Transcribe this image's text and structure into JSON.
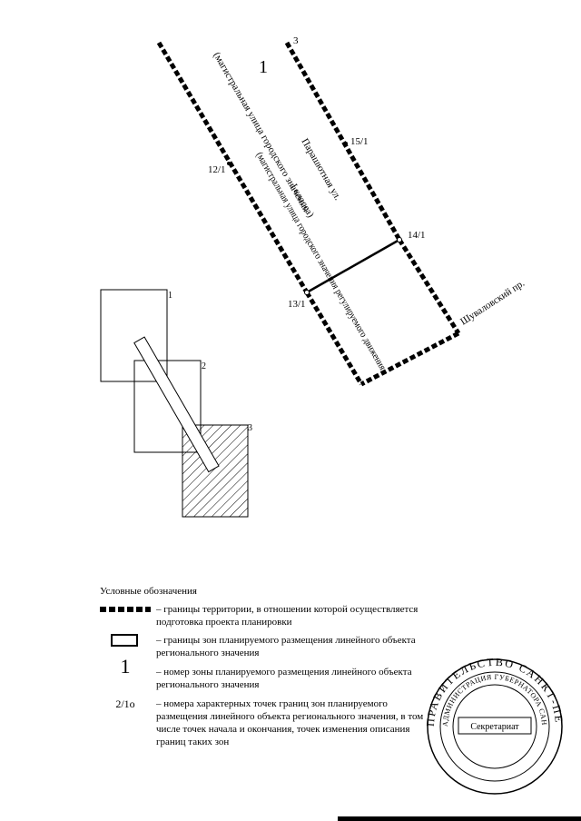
{
  "map": {
    "zone_number": "1",
    "street_main_line1": "(магистральная улица городского значения",
    "street_main_line2": "I класса)",
    "street_second_line1": "Парашютная ул.",
    "street_second_line2": "(магистральная улица городского значения регулируемого движения",
    "street_third": "Шуваловский пр.",
    "points": {
      "p3": "3",
      "p15": "15/1",
      "p12": "12/1",
      "p14": "14/1",
      "p13": "13/1"
    },
    "inset_labels": [
      "1",
      "2",
      "3"
    ]
  },
  "legend": {
    "title": "Условные обозначения",
    "items": [
      {
        "symbol": "",
        "text": "– границы территории, в отношении которой осуществляется подготовка проекта планировки"
      },
      {
        "symbol": "",
        "text": "– границы зон планируемого размещения линейного объекта регионального значения"
      },
      {
        "symbol": "1",
        "text": "– номер зоны планируемого размещения линейного объекта регионального значения"
      },
      {
        "symbol": "2/1о",
        "text": "– номера характерных точек границ зон планируемого размещения линейного объекта регионального значения, в том числе точек начала и окончания, точек изменения описания границ таких зон"
      }
    ]
  },
  "stamp": {
    "ring_text": "ПРАВИТЕЛЬСТВО САНКТ-ПЕТЕРБУРГА",
    "inner_text": "АДМИНИСТРАЦИЯ ГУБЕРНАТОРА САНКТ-ПЕТЕРБУРГА",
    "center": "Секретариат"
  }
}
